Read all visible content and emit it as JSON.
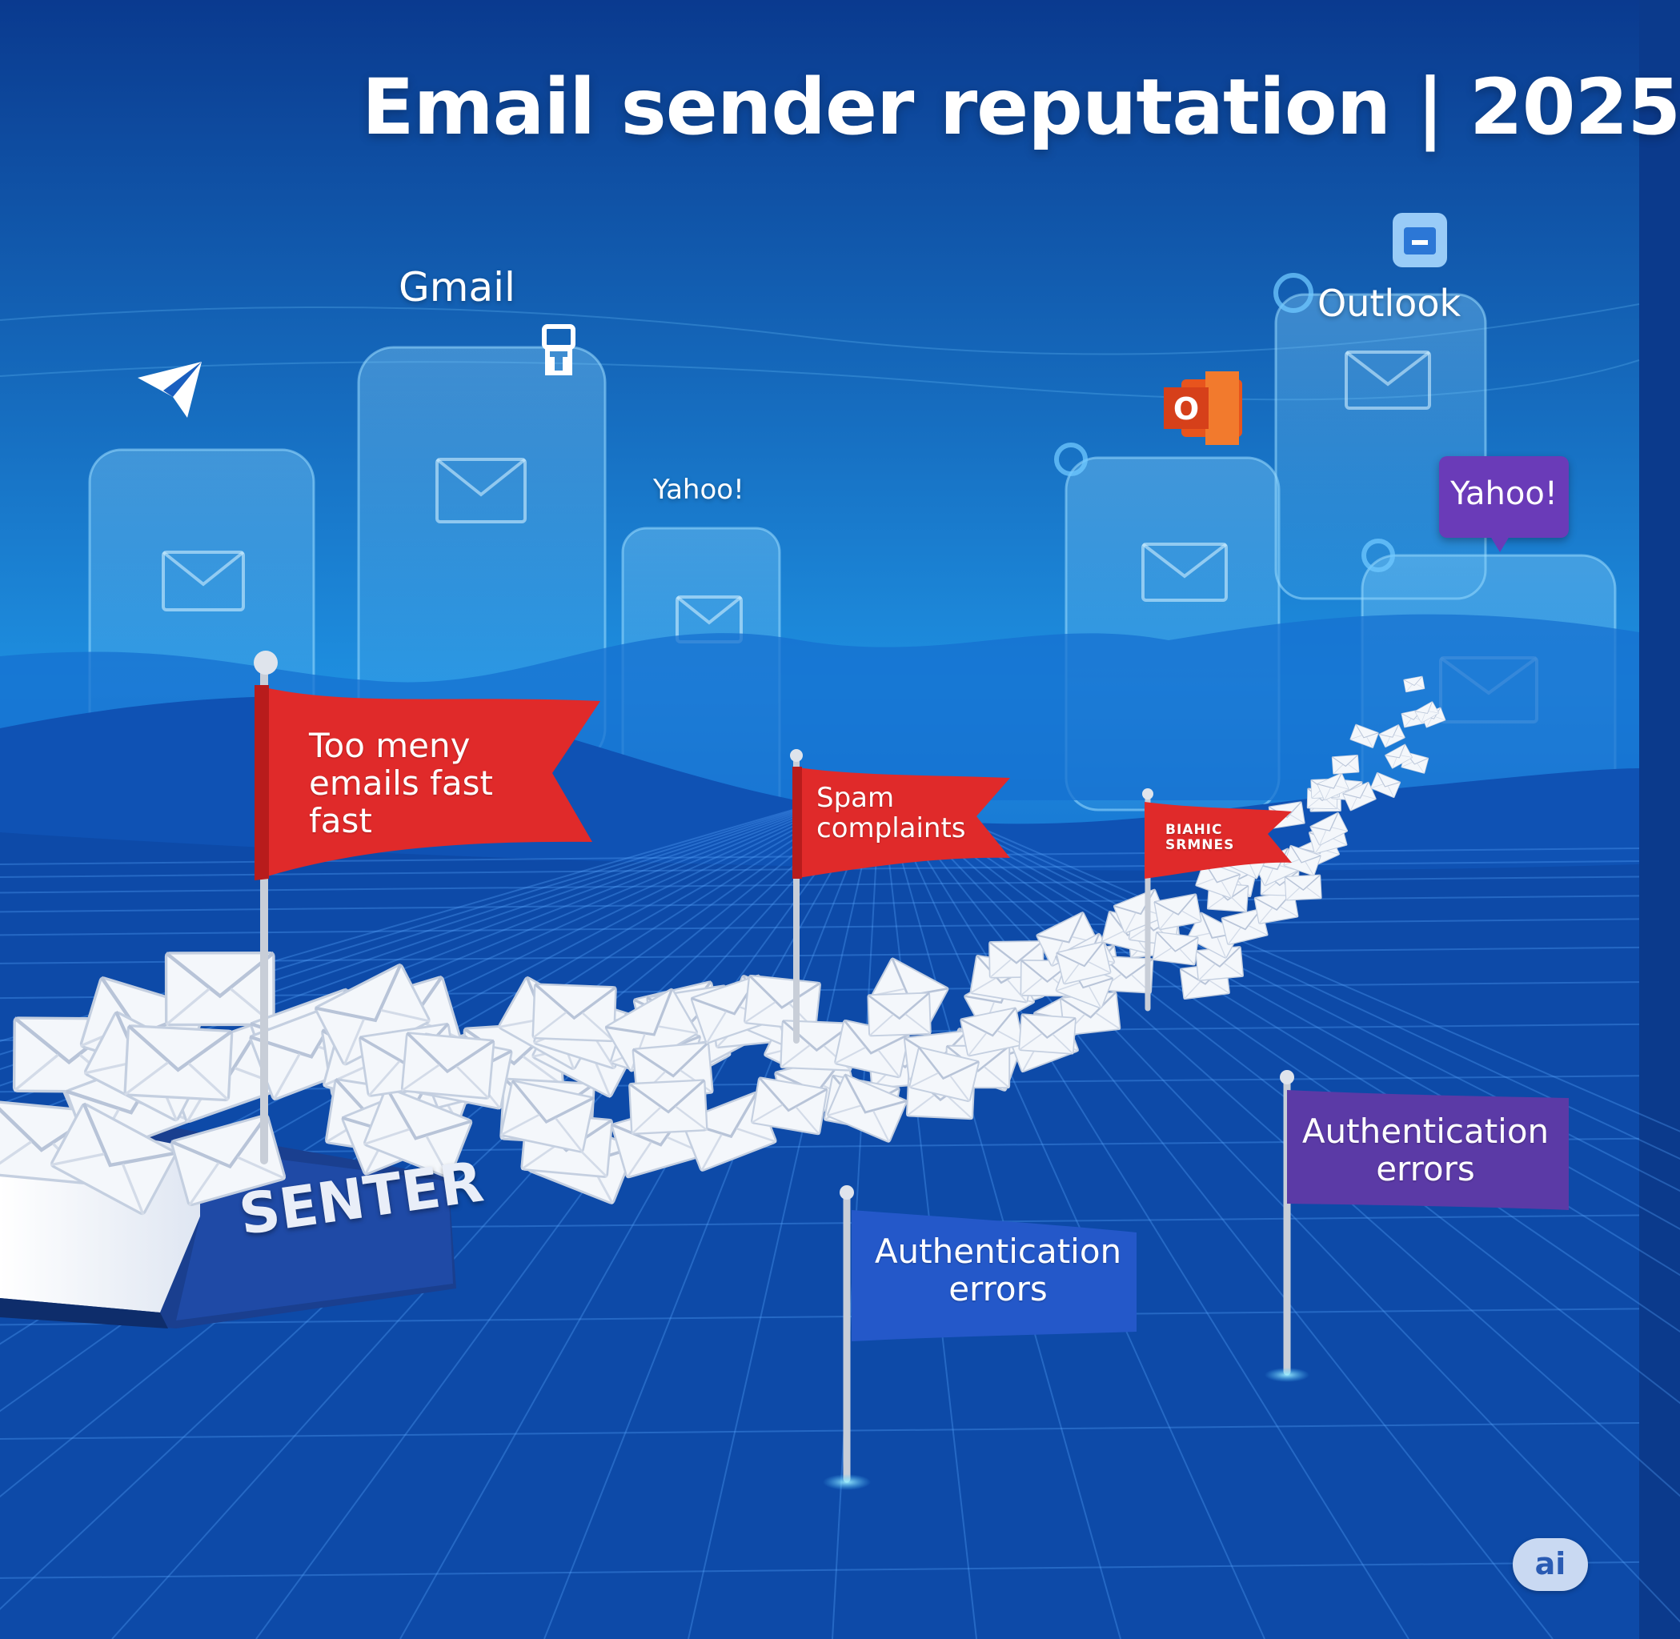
{
  "header": {
    "title": "Email sender reputation | 2025"
  },
  "providers": {
    "gmail_label": "Gmail",
    "yahoo_small_label": "Yahoo!",
    "outlook_label": "Outlook",
    "yahoo_badge_label": "Yahoo!",
    "office_logo_letter": "O"
  },
  "flags": [
    {
      "label": "Too meny emails fast fast",
      "color": "#e02a2a"
    },
    {
      "label": "Spam complaints",
      "color": "#e02a2a"
    },
    {
      "label": "BIAHIC SRMNES",
      "color": "#e02a2a"
    },
    {
      "label": "Authentication errors",
      "color": "#2458c9"
    },
    {
      "label": "Authentication errors",
      "color": "#5b3aa6"
    }
  ],
  "sender": {
    "label": "SENTER"
  },
  "badge": {
    "label": "ai"
  },
  "colors": {
    "background_top": "#0a3a8f",
    "background_mid": "#1e8fe0",
    "background_bottom": "#0b3f95",
    "red_flag": "#e02a2a",
    "blue_flag": "#2458c9",
    "purple_flag": "#5b3aa6",
    "office_orange": "#e8541d"
  },
  "icons": [
    "paper-plane-icon",
    "robot-icon",
    "office-logo-icon",
    "outlook-icon",
    "gear-icon",
    "envelope-icon"
  ]
}
